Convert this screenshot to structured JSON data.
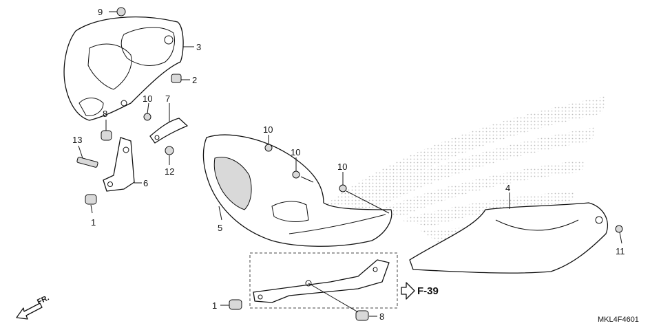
{
  "callouts": [
    {
      "id": "c9",
      "label": "9"
    },
    {
      "id": "c3",
      "label": "3"
    },
    {
      "id": "c2",
      "label": "2"
    },
    {
      "id": "c10a",
      "label": "10"
    },
    {
      "id": "c7",
      "label": "7"
    },
    {
      "id": "c8a",
      "label": "8"
    },
    {
      "id": "c13",
      "label": "13"
    },
    {
      "id": "c12",
      "label": "12"
    },
    {
      "id": "c6",
      "label": "6"
    },
    {
      "id": "c1a",
      "label": "1"
    },
    {
      "id": "c10b",
      "label": "10"
    },
    {
      "id": "c10c",
      "label": "10"
    },
    {
      "id": "c10d",
      "label": "10"
    },
    {
      "id": "c5",
      "label": "5"
    },
    {
      "id": "c4",
      "label": "4"
    },
    {
      "id": "c11",
      "label": "11"
    },
    {
      "id": "c1b",
      "label": "1"
    },
    {
      "id": "c8b",
      "label": "8"
    }
  ],
  "reference": {
    "label": "F-39"
  },
  "direction": {
    "label": "FR."
  },
  "diagram_code": "MKL4F4601",
  "colors": {
    "line": "#111111",
    "shade": "#d9d9d9",
    "watermark": "#bdbdbd"
  }
}
